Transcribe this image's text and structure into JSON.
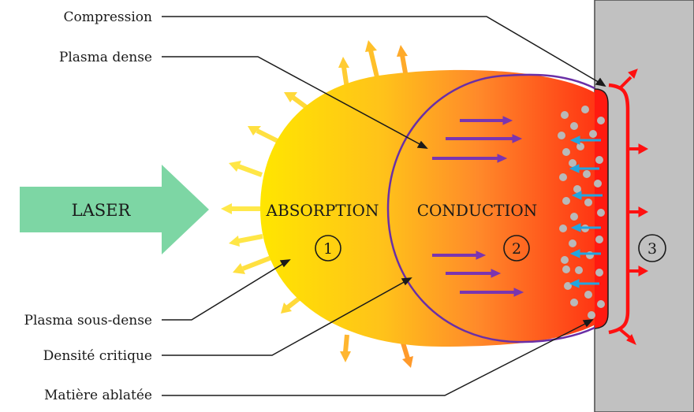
{
  "labels": {
    "compression": "Compression",
    "plasma_dense": "Plasma dense",
    "plasma_sous_dense": "Plasma sous-dense",
    "densite_critique": "Densité critique",
    "matiere_ablatee": "Matière ablatée"
  },
  "laser": "LASER",
  "zones": {
    "absorption": "ABSORPTION",
    "conduction": "CONDUCTION"
  },
  "markers": [
    "1",
    "2",
    "3"
  ],
  "colors": {
    "laser_arrow": "#7dd6a4",
    "plasma_yellow": "#ffe600",
    "plasma_orange": "#ff9a2a",
    "plasma_red": "#ff2a10",
    "critical_density": "#6a2fa6",
    "conduction_arrows": "#7a35b0",
    "ablation_arrows": "#22a6e0",
    "shock": "#ff1010",
    "target": "#c1c1c1"
  }
}
